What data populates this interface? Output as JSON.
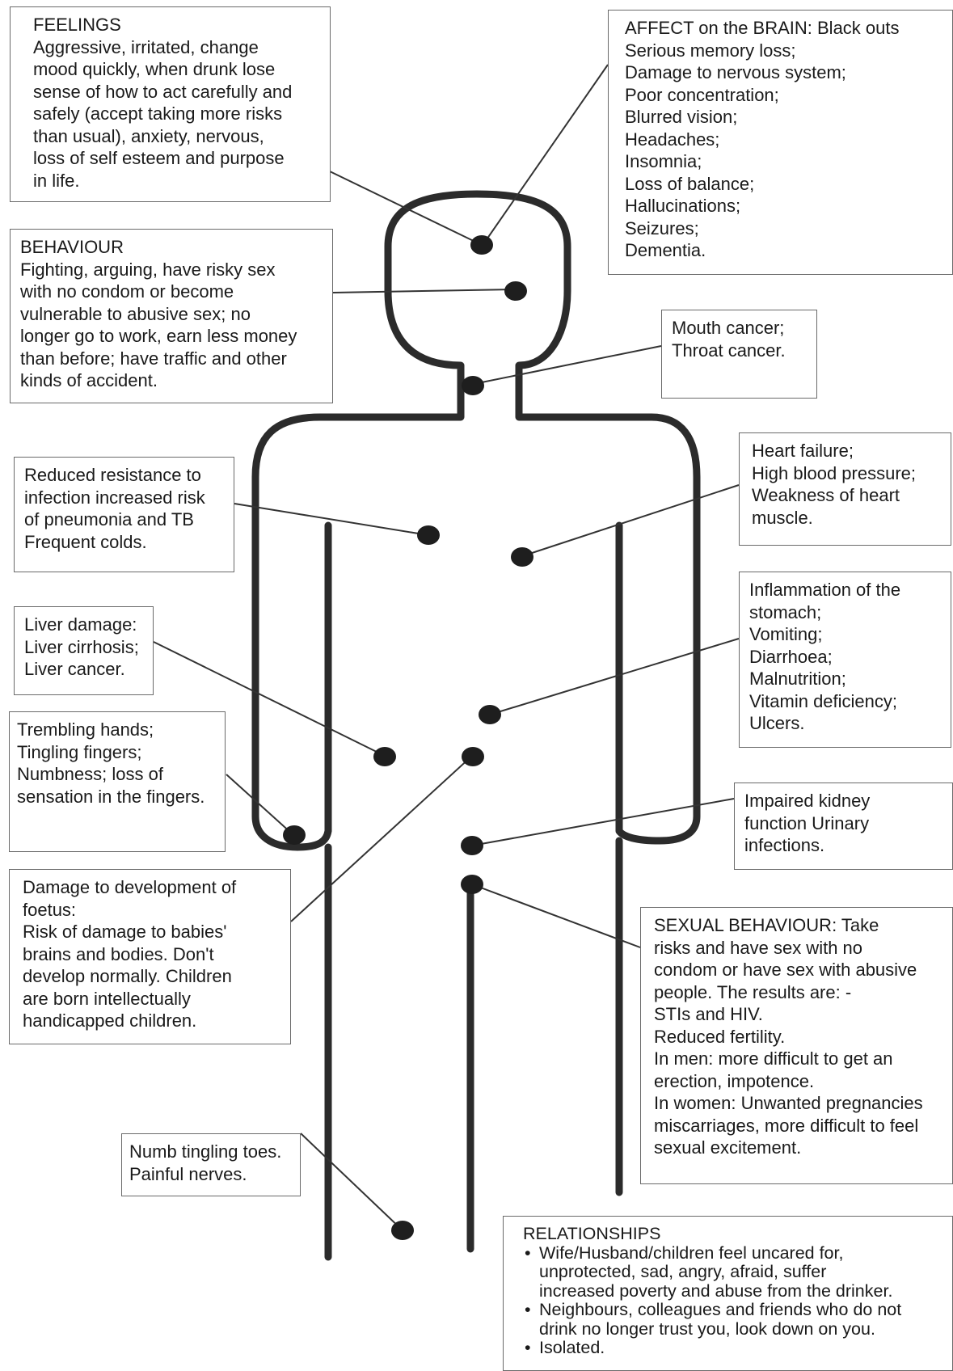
{
  "feelings": {
    "lines": [
      "FEELINGS",
      "Aggressive, irritated, change",
      "mood quickly, when drunk lose",
      "sense of how to act carefully and",
      "safely (accept taking more risks",
      "than usual), anxiety, nervous,",
      "loss of self esteem and purpose",
      "in life."
    ]
  },
  "brain": {
    "lines": [
      "AFFECT on the BRAIN: Black outs",
      "Serious memory loss;",
      "Damage to nervous system;",
      "Poor concentration;",
      "Blurred vision;",
      "Headaches;",
      "Insomnia;",
      "Loss of balance;",
      "Hallucinations;",
      "Seizures;",
      "Dementia."
    ]
  },
  "behaviour": {
    "lines": [
      "BEHAVIOUR",
      "Fighting, arguing, have risky sex",
      "with no condom or become",
      "vulnerable to abusive sex; no",
      "longer go to work, earn less money",
      "than before; have traffic and other",
      "kinds of accident."
    ]
  },
  "mouth": {
    "lines": [
      "Mouth cancer;",
      "Throat cancer."
    ]
  },
  "heart": {
    "lines": [
      "Heart failure;",
      "High blood pressure;",
      "Weakness of heart",
      "muscle."
    ]
  },
  "lungs": {
    "lines": [
      "Reduced resistance to",
      "infection increased risk",
      "of pneumonia and TB",
      "Frequent colds."
    ]
  },
  "stomach": {
    "lines": [
      "Inflammation of the",
      "stomach;",
      "Vomiting;",
      "Diarrhoea;",
      "Malnutrition;",
      "Vitamin deficiency;",
      "Ulcers."
    ]
  },
  "liver": {
    "lines": [
      "Liver damage:",
      "Liver cirrhosis;",
      "Liver cancer."
    ]
  },
  "hands": {
    "lines": [
      "Trembling hands;",
      "Tingling fingers;",
      "Numbness; loss of",
      "sensation in the fingers."
    ]
  },
  "kidney": {
    "lines": [
      "Impaired kidney",
      "function Urinary",
      "infections."
    ]
  },
  "foetus": {
    "lines": [
      "Damage to development of",
      "foetus:",
      "Risk of damage to babies'",
      "brains and bodies.  Don't",
      "develop normally. Children",
      "are born intellectually",
      "handicapped children."
    ]
  },
  "sexual": {
    "lines": [
      "SEXUAL BEHAVIOUR: Take",
      "risks and have sex with no",
      "condom or have sex with abusive",
      "people. The results are: -",
      "STIs and HIV.",
      "Reduced fertility.",
      "In men: more difficult to get an",
      "erection, impotence.",
      "In women: Unwanted pregnancies",
      "miscarriages, more difficult to feel",
      "sexual excitement."
    ]
  },
  "toes": {
    "lines": [
      "Numb tingling toes.",
      "Painful nerves."
    ]
  },
  "relationships": {
    "title": "RELATIONSHIPS",
    "bullets": [
      [
        "Wife/Husband/children feel uncared for,",
        "unprotected, sad, angry, afraid, suffer",
        "increased poverty and abuse from the drinker."
      ],
      [
        "Neighbours, colleagues and friends who do not",
        "drink no longer trust you, look down on you."
      ],
      [
        "Isolated."
      ]
    ]
  }
}
